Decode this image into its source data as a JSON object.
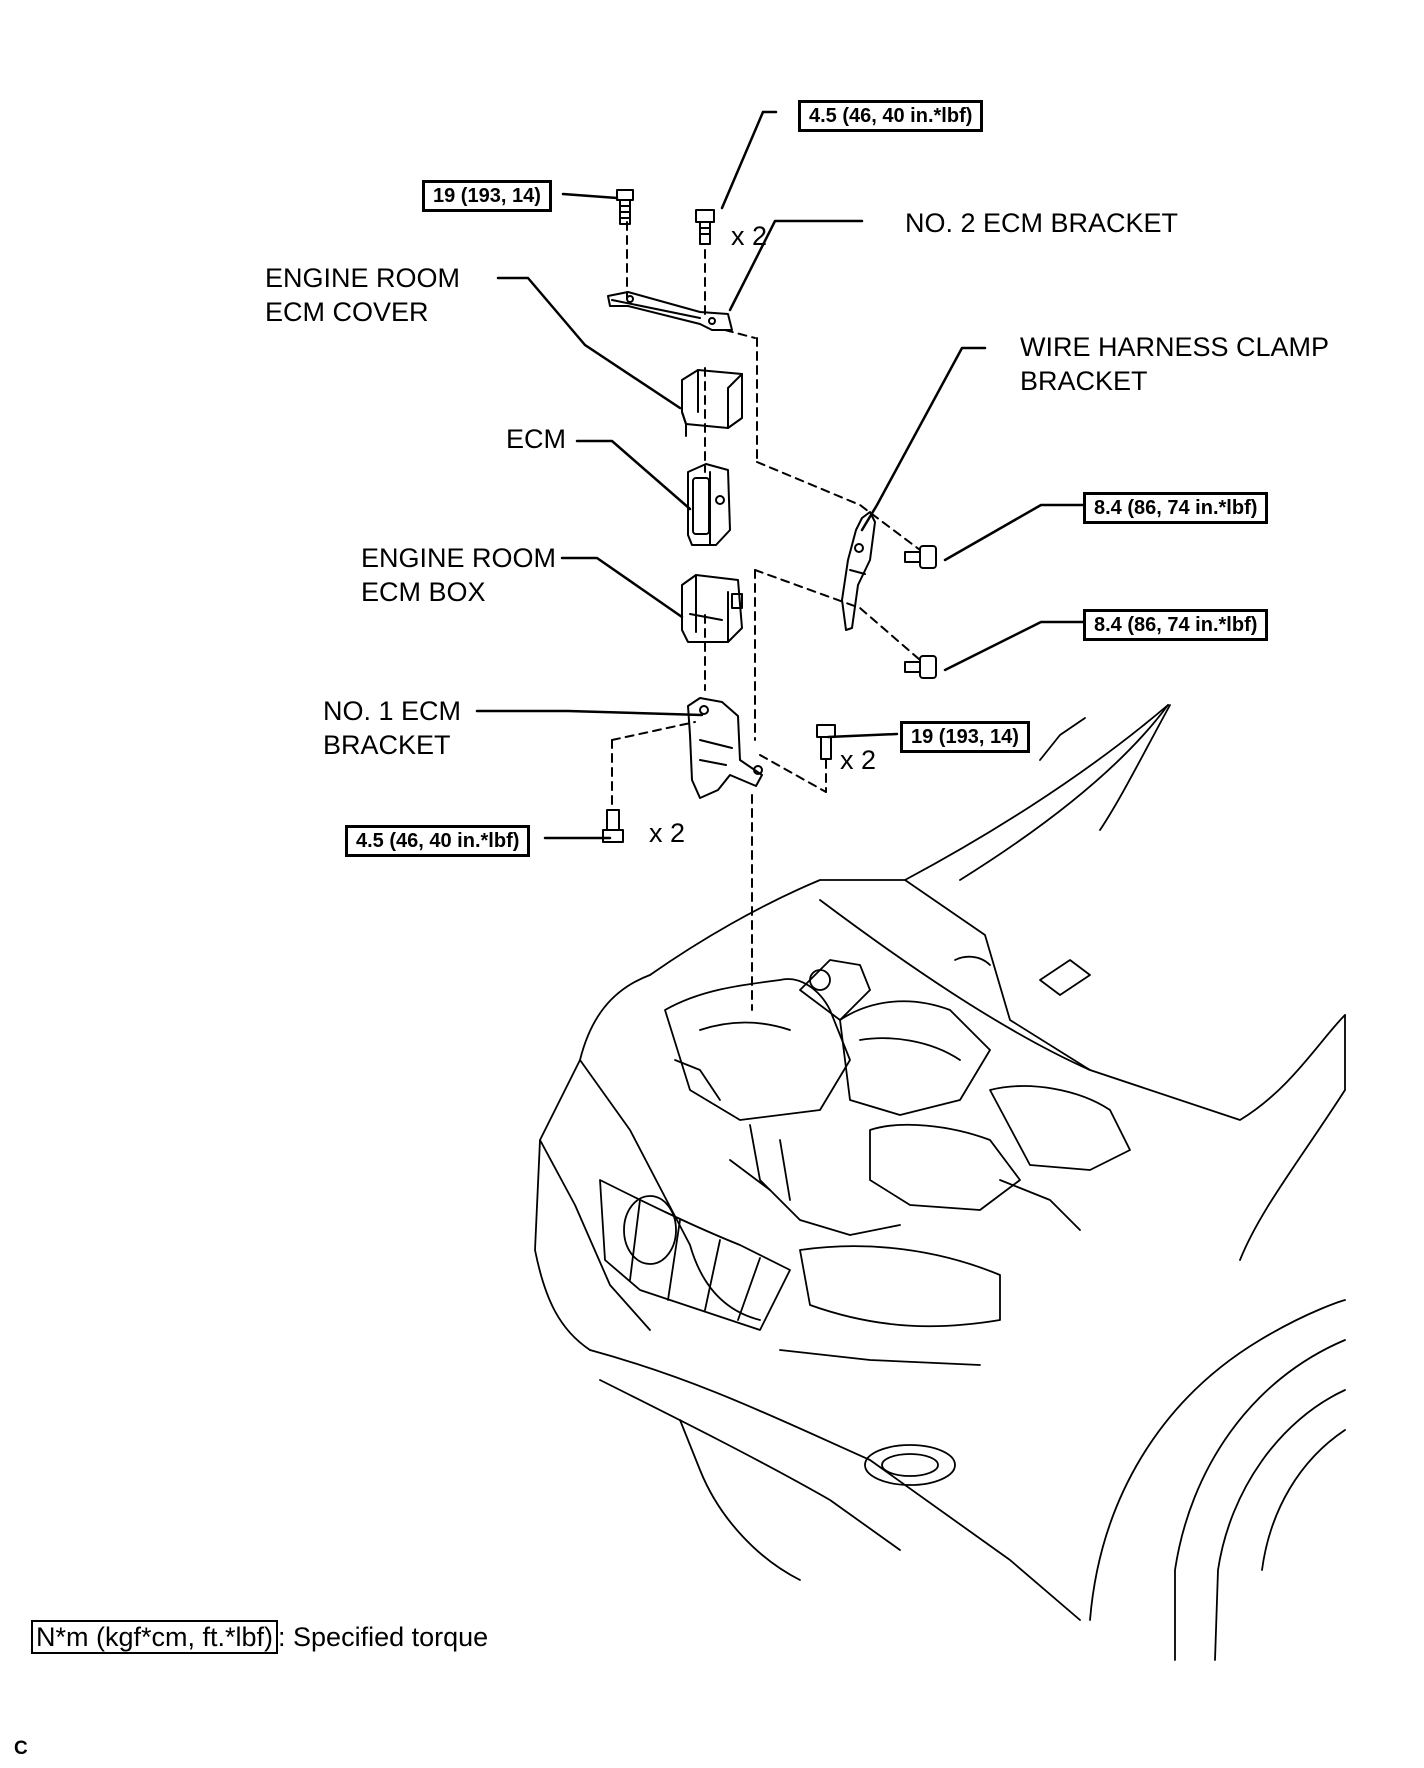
{
  "labels": {
    "engine_room_ecm_cover": [
      "ENGINE ROOM",
      "ECM COVER"
    ],
    "no2_ecm_bracket": "NO. 2 ECM BRACKET",
    "wire_harness_clamp_bracket": [
      "WIRE HARNESS CLAMP",
      "BRACKET"
    ],
    "ecm": "ECM",
    "engine_room_ecm_box": [
      "ENGINE ROOM",
      "ECM BOX"
    ],
    "no1_ecm_bracket": [
      "NO. 1 ECM",
      "BRACKET"
    ]
  },
  "torque_specs": {
    "top_small_bolts": "4.5 (46, 40 in.*lbf)",
    "top_large_bolt": "19 (193, 14)",
    "clamp_bolt_upper": "8.4 (86, 74 in.*lbf)",
    "clamp_bolt_lower": "8.4 (86, 74 in.*lbf)",
    "bracket_side_bolts": "19 (193, 14)",
    "bracket_bottom_bolts": "4.5 (46, 40 in.*lbf)"
  },
  "quantities": {
    "top_small_bolts": "x 2",
    "bracket_side_bolts": "x 2",
    "bracket_bottom_bolts": "x 2"
  },
  "legend": {
    "unit_box": "N*m (kgf*cm, ft.*lbf)",
    "meaning": ": Specified torque"
  },
  "page_code": "C"
}
